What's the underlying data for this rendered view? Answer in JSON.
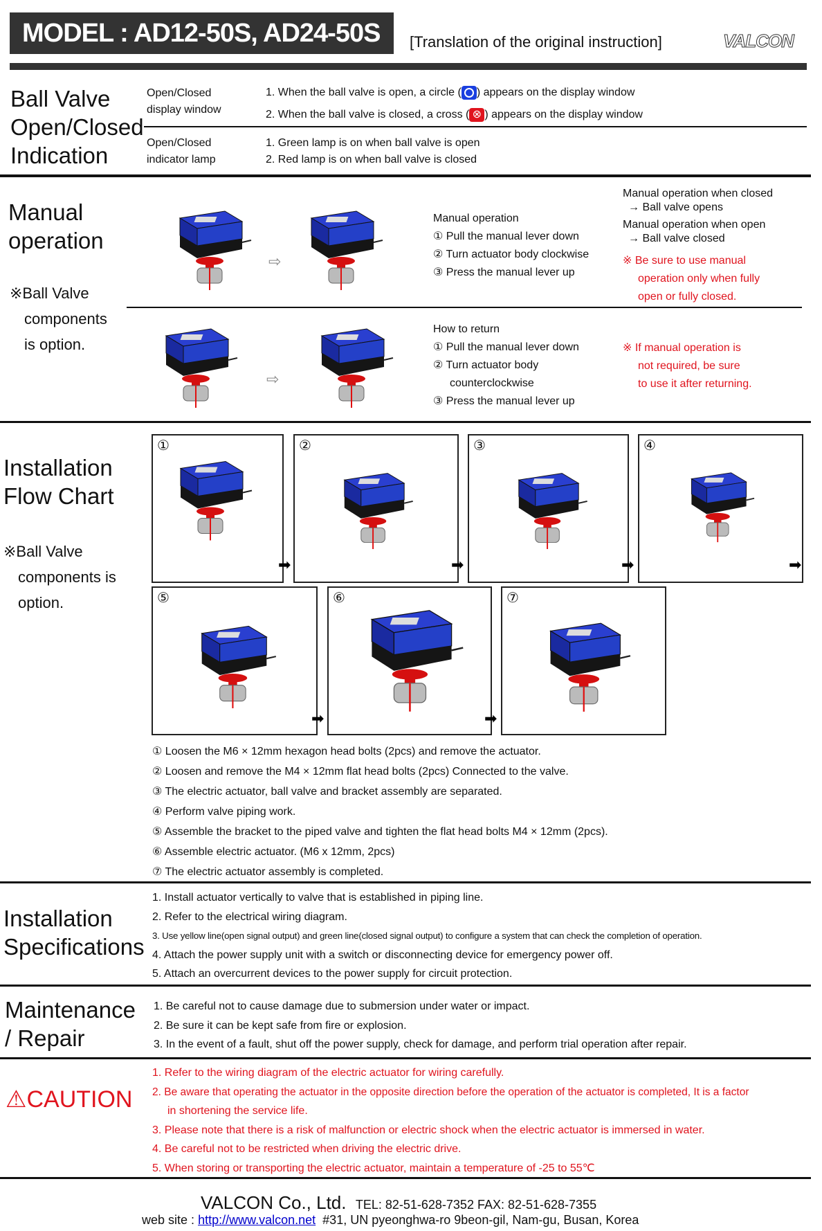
{
  "header": {
    "model": "MODEL : AD12-50S, AD24-50S",
    "translation": "[Translation of the original instruction]",
    "logo": "VALCON"
  },
  "indication": {
    "title": [
      "Ball Valve",
      "Open/Closed",
      "Indication"
    ],
    "display_label": [
      "Open/Closed",
      "display window"
    ],
    "display_items": [
      {
        "pre": "1. When the ball valve is open, a circle (",
        "post": ") appears on the display window"
      },
      {
        "pre": "2. When the ball valve is closed, a cross (",
        "post": ") appears on the display window"
      }
    ],
    "lamp_label": [
      "Open/Closed",
      "indicator lamp"
    ],
    "lamp_items": [
      "1. Green lamp is on when ball valve is open",
      "2. Red lamp is on when ball valve is closed"
    ],
    "colors": {
      "open": "#1a3fe0",
      "closed": "#e0141e"
    }
  },
  "manual": {
    "title": [
      "Manual",
      "operation"
    ],
    "note": [
      "※Ball Valve",
      "components",
      "is option."
    ],
    "op_title": "Manual operation",
    "op_steps": [
      "① Pull the manual lever down",
      "② Turn actuator body clockwise",
      "③ Press the manual lever up"
    ],
    "result": [
      "Manual operation when closed",
      "→ Ball valve opens",
      "Manual operation when open",
      "→ Ball valve closed"
    ],
    "warn1": [
      "※ Be sure to use manual",
      "operation only when fully",
      "open or fully closed."
    ],
    "ret_title": "How to return",
    "ret_steps": [
      "① Pull the manual lever down",
      "② Turn actuator body",
      "counterclockwise",
      "③ Press the manual lever up"
    ],
    "warn2": [
      "※ If manual operation is",
      "not required, be sure",
      "to use it after returning."
    ]
  },
  "flow": {
    "title": [
      "Installation",
      "Flow Chart"
    ],
    "note": [
      "※Ball Valve",
      "components is",
      "option."
    ],
    "panels": [
      "①",
      "②",
      "③",
      "④",
      "⑤",
      "⑥",
      "⑦"
    ],
    "steps": [
      "① Loosen the M6 × 12mm hexagon head bolts (2pcs) and remove the actuator.",
      "② Loosen and remove the M4 × 12mm flat head bolts (2pcs) Connected to the valve.",
      "③ The electric actuator, ball valve and bracket assembly are separated.",
      "④ Perform valve piping work.",
      "⑤ Assemble the bracket to the piped valve and tighten the flat head bolts M4 × 12mm (2pcs).",
      "⑥ Assemble electric actuator. (M6 x 12mm, 2pcs)",
      "⑦ The electric actuator assembly is completed."
    ]
  },
  "specs": {
    "title": [
      "Installation",
      "Specifications"
    ],
    "items": [
      "1. Install actuator vertically to valve that is established in piping line.",
      "2. Refer to the electrical wiring diagram.",
      "3. Use yellow line(open signal output) and green line(closed signal output) to configure a system that can check the completion of operation.",
      "4. Attach the power supply unit with a switch or disconnecting device for emergency power off.",
      "5. Attach an overcurrent devices to the power supply for circuit protection."
    ]
  },
  "maintenance": {
    "title": [
      "Maintenance",
      "/ Repair"
    ],
    "items": [
      "1. Be careful not to cause damage due to submersion under water or impact.",
      "2. Be sure it can be kept safe from fire or explosion.",
      "3. In the event of a fault, shut off the power supply, check for damage, and perform trial operation after repair."
    ]
  },
  "caution": {
    "title": "CAUTION",
    "items": [
      "1. Refer to the wiring diagram of the electric actuator for wiring carefully.",
      "2. Be aware that operating the actuator in the opposite direction before the operation of the actuator is completed, It is a factor",
      "in shortening the service life.",
      "3. Please note that there is a risk of malfunction or electric shock when the electric actuator is immersed in water.",
      "4. Be careful not to be restricted when driving the electric drive.",
      "5. When storing or transporting the electric actuator, maintain a temperature of -25 to 55℃"
    ]
  },
  "footer": {
    "company": "VALCON Co., Ltd.",
    "contact": "TEL: 82-51-628-7352 FAX: 82-51-628-7355",
    "web_label": "web site :",
    "url": "http://www.valcon.net",
    "address": "#31, UN pyeonghwa-ro 9beon-gil, Nam-gu, Busan, Korea"
  }
}
